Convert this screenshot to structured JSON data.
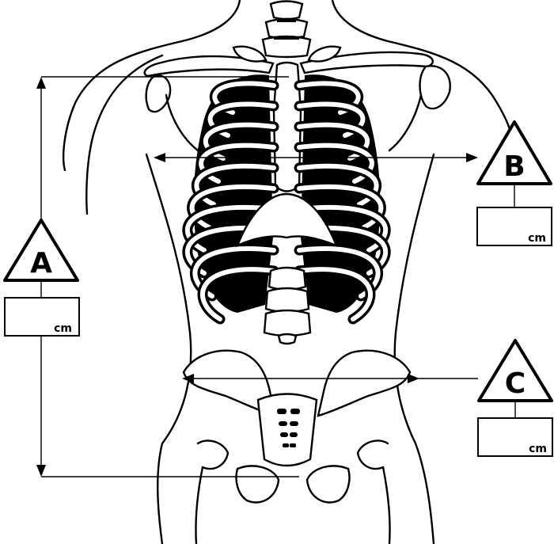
{
  "measurements": [
    {
      "id": "A",
      "letter": "A",
      "value": "",
      "unit": "cm"
    },
    {
      "id": "B",
      "letter": "B",
      "value": "",
      "unit": "cm"
    },
    {
      "id": "C",
      "letter": "C",
      "value": "",
      "unit": "cm"
    }
  ]
}
